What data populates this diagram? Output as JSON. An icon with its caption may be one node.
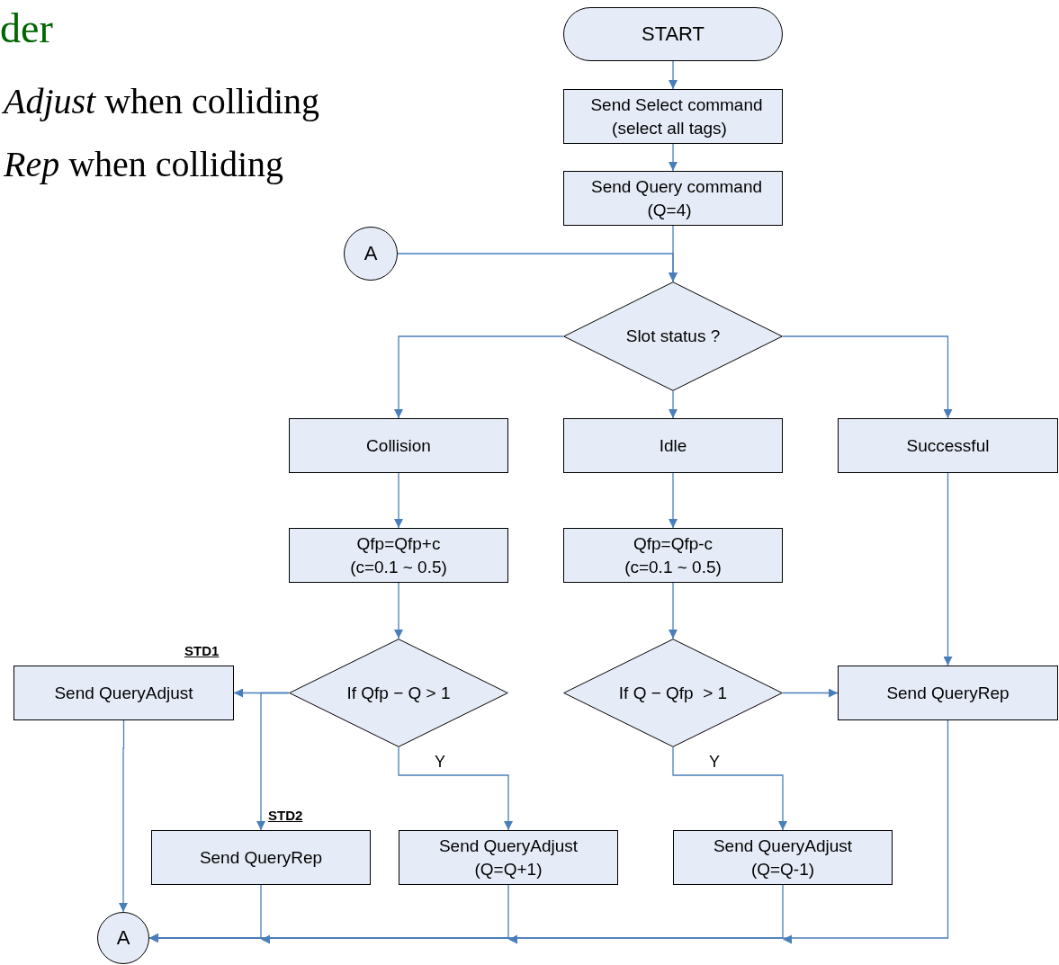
{
  "diagram": {
    "nodes": [
      {
        "text": [
          "START"
        ]
      },
      {
        "text": [
          "Send Select command (select all tags)"
        ]
      },
      {
        "text": [
          "Send Query command (Q=4)"
        ]
      },
      {
        "text": [
          "A"
        ]
      },
      {
        "text": [
          "Slot status ?"
        ]
      },
      {
        "text": [
          "Collision"
        ]
      },
      {
        "text": [
          "Idle"
        ]
      },
      {
        "text": [
          "Successful"
        ]
      },
      {
        "text": [
          "Qfp=Qfp+c (c=0.1 ~ 0.5)"
        ]
      },
      {
        "text": [
          "Qfp=Qfp-c (c=0.1 ~ 0.5)"
        ]
      },
      {
        "text": [
          "If Qfp − Q > 1"
        ]
      },
      {
        "text": [
          "If Q − Qfp  > 1"
        ]
      },
      {
        "text": [
          "Send QueryAdjust"
        ],
        "beside": [
          "STD1"
        ]
      },
      {
        "text": [
          "Send QueryRep"
        ]
      },
      {
        "text": [
          "Send QueryRep"
        ],
        "beside": [
          "STD2"
        ]
      },
      {
        "text": [
          "Send QueryAdjust (Q=Q+1)"
        ]
      },
      {
        "text": [
          "Send QueryAdjust (Q=Q-1)"
        ]
      },
      {
        "text": [
          "A"
        ]
      }
    ],
    "edges": [
      {
        "from": 0,
        "to": 1,
        "arrow": "to"
      },
      {
        "from": 1,
        "to": 2,
        "arrow": "to"
      },
      {
        "from": 2,
        "to": 4,
        "arrow": "to"
      },
      {
        "from": 3,
        "to": 4,
        "arrow": "to"
      },
      {
        "from": 4,
        "to": 5,
        "arrow": "to"
      },
      {
        "from": 4,
        "to": 6,
        "arrow": "to"
      },
      {
        "from": 4,
        "to": 7,
        "arrow": "to"
      },
      {
        "from": 5,
        "to": 8,
        "arrow": "to"
      },
      {
        "from": 6,
        "to": 9,
        "arrow": "to"
      },
      {
        "from": 8,
        "to": 10,
        "arrow": "to"
      },
      {
        "from": 9,
        "to": 11,
        "arrow": "to"
      },
      {
        "from": 10,
        "to": 12,
        "arrow": "to"
      },
      {
        "from": 10,
        "to": 14,
        "arrow": "to"
      },
      {
        "from": 10,
        "to": 15,
        "label": "Y",
        "arrow": "to"
      },
      {
        "from": 11,
        "to": 13,
        "arrow": "to"
      },
      {
        "from": 11,
        "to": 16,
        "label": "Y",
        "arrow": "to"
      },
      {
        "from": 7,
        "to": 13,
        "arrow": "to"
      },
      {
        "from": 12,
        "to": 17,
        "arrow": "to"
      },
      {
        "from": 14,
        "to": 17,
        "arrow": "to"
      },
      {
        "from": 15,
        "to": 17,
        "arrow": "to"
      },
      {
        "from": 16,
        "to": 17,
        "arrow": "to"
      },
      {
        "from": 13,
        "to": 17,
        "arrow": "to"
      }
    ],
    "labels": [
      "der",
      "*Adjust* when colliding",
      "*Rep* when colliding"
    ]
  }
}
